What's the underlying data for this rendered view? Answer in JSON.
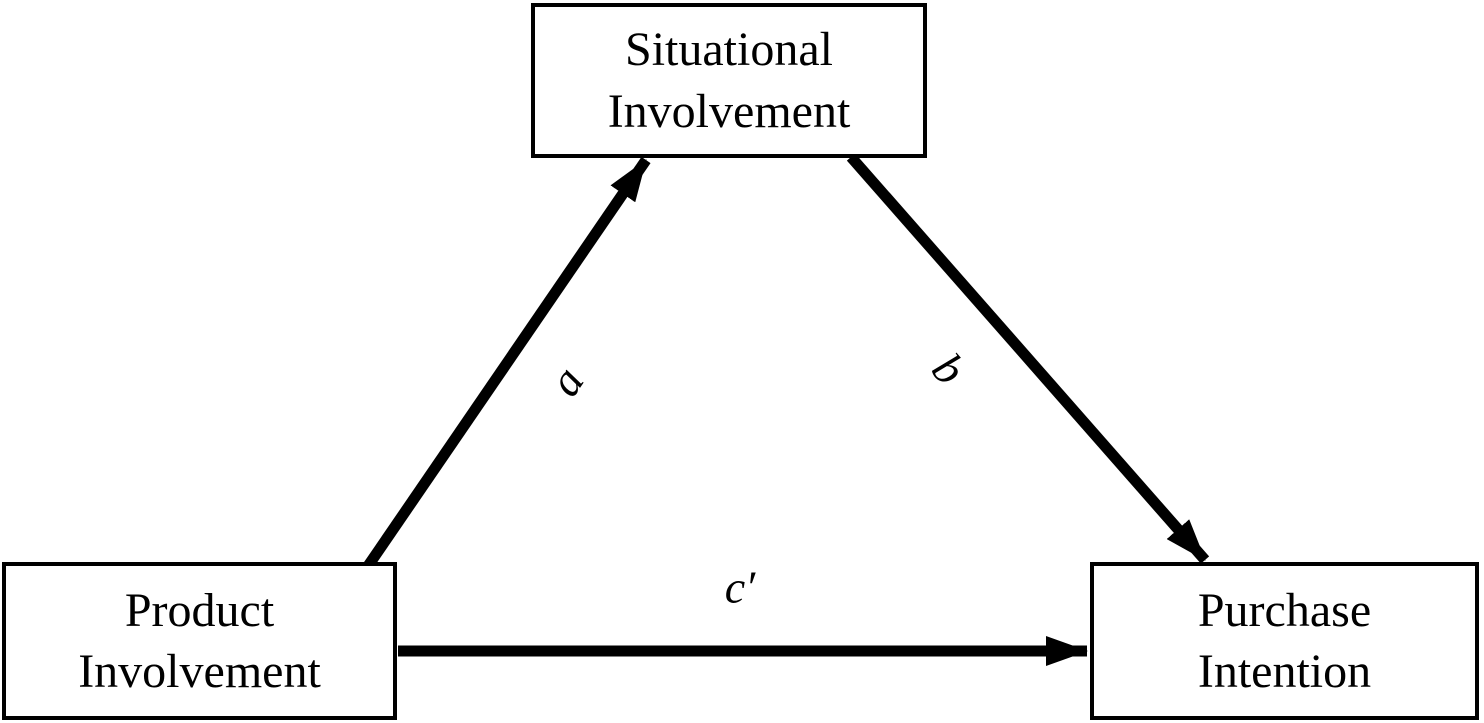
{
  "diagram": {
    "type": "mediation-path-model",
    "background_color": "#ffffff",
    "line_color": "#000000",
    "nodes": [
      {
        "id": "situational",
        "label": "Situational\nInvolvement"
      },
      {
        "id": "product",
        "label": "Product\nInvolvement"
      },
      {
        "id": "purchase",
        "label": "Purchase\nIntention"
      }
    ],
    "edges": [
      {
        "from": "product",
        "to": "situational",
        "label": "a"
      },
      {
        "from": "situational",
        "to": "purchase",
        "label": "b"
      },
      {
        "from": "product",
        "to": "purchase",
        "label": "c′"
      }
    ]
  }
}
